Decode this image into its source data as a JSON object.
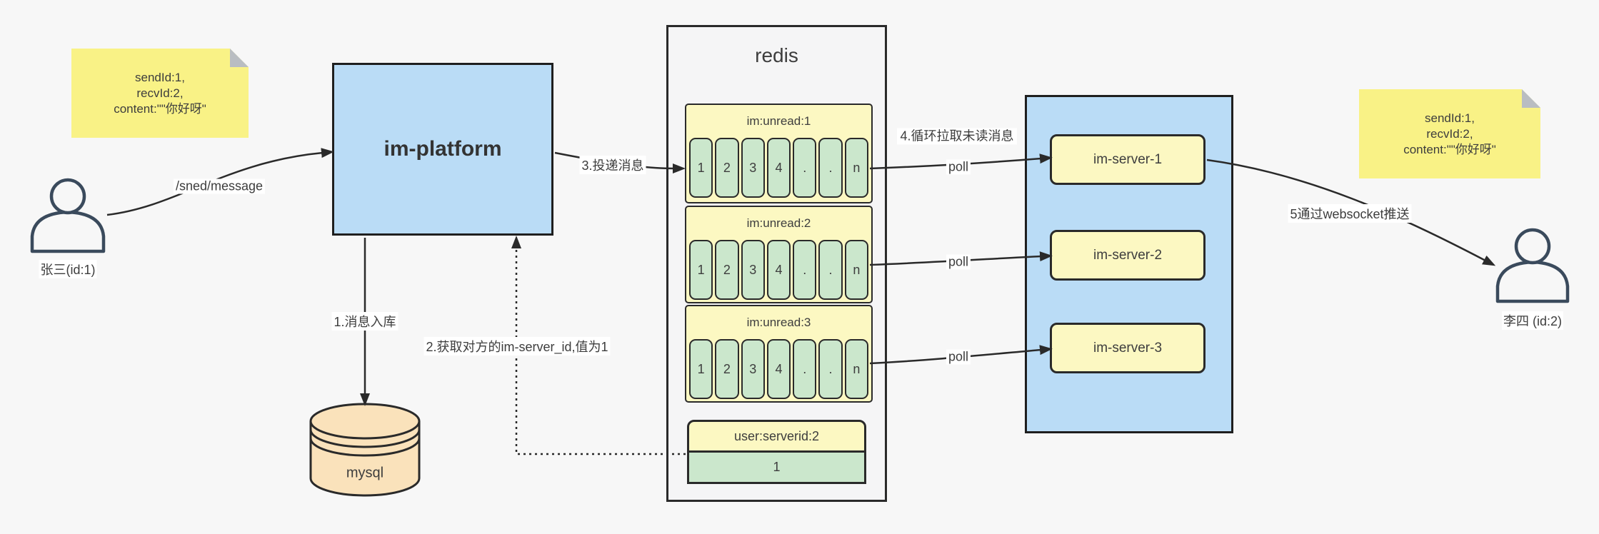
{
  "notes": {
    "left": {
      "lines": [
        "sendId:1,",
        "recvId:2,",
        "content:\"\"你好呀\""
      ]
    },
    "right": {
      "lines": [
        "sendId:1,",
        "recvId:2,",
        "content:\"\"你好呀\""
      ]
    }
  },
  "actors": {
    "sender": {
      "label": "张三(id:1)"
    },
    "receiver": {
      "label": "李四 (id:2)"
    }
  },
  "platform": {
    "label": "im-platform"
  },
  "database": {
    "label": "mysql"
  },
  "redis": {
    "title": "redis",
    "queues": [
      {
        "header": "im:unread:1",
        "cells": [
          "1",
          "2",
          "3",
          "4",
          ".",
          ".",
          "n"
        ]
      },
      {
        "header": "im:unread:2",
        "cells": [
          "1",
          "2",
          "3",
          "4",
          ".",
          ".",
          "n"
        ]
      },
      {
        "header": "im:unread:3",
        "cells": [
          "1",
          "2",
          "3",
          "4",
          ".",
          ".",
          "n"
        ]
      }
    ],
    "kv": {
      "header": "user:serverid:2",
      "value": "1"
    }
  },
  "servers": {
    "items": [
      "im-server-1",
      "im-server-2",
      "im-server-3"
    ]
  },
  "edges": {
    "send": "/sned/message",
    "step1": "1.消息入库",
    "step2": "2.获取对方的im-server_id,值为1",
    "step3": "3.投递消息",
    "step4": "4.循环拉取未读消息",
    "poll": "poll",
    "step5": "5通过websocket推送"
  },
  "colors": {
    "canvas": "#F7F7F7",
    "note": "#F9F286",
    "note_fold": "#B9BDC2",
    "node_yellow": "#FCF8C2",
    "cell_green": "#CBE7CC",
    "node_blue": "#BADCF6",
    "db_tan": "#FAE2BB",
    "container_bg": "#F5F5F6",
    "border": "#2A2A2A",
    "arrow": "#2A2A2A",
    "person": "#3A4A5C"
  }
}
